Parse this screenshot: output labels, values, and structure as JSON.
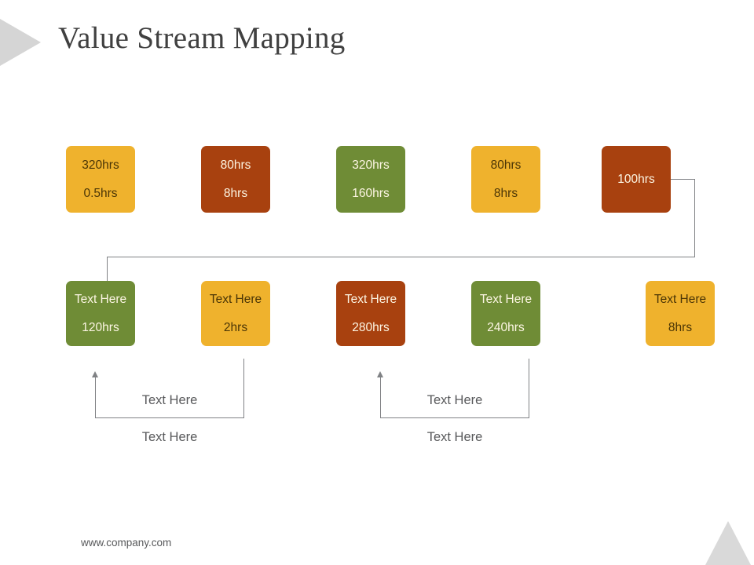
{
  "slide": {
    "title": "Value Stream Mapping",
    "footer_url": "www.company.com",
    "background_color": "#ffffff",
    "decor": {
      "left_triangle": "left-arrow-triangle",
      "bottom_right_triangle": "up-triangle",
      "decor_color": "#d5d5d5"
    }
  },
  "palette": {
    "yellow": "#efb22d",
    "brown": "#a8410f",
    "green": "#6f8c36",
    "line": "#808285",
    "text_dark": "#4a3506",
    "text_light": "#fdf6e4",
    "title_color": "#404040"
  },
  "process_row": {
    "label": "Process boxes (top row)",
    "boxes": [
      {
        "id": "p1",
        "color": "yellow",
        "text_color": "dark",
        "lines": [
          "320hrs",
          "0.5hrs"
        ]
      },
      {
        "id": "p2",
        "color": "brown",
        "text_color": "light",
        "lines": [
          "80hrs",
          "8hrs"
        ]
      },
      {
        "id": "p3",
        "color": "green",
        "text_color": "light",
        "lines": [
          "320hrs",
          "160hrs"
        ]
      },
      {
        "id": "p4",
        "color": "yellow",
        "text_color": "dark",
        "lines": [
          "80hrs",
          "8hrs"
        ]
      },
      {
        "id": "p5",
        "color": "brown",
        "text_color": "light",
        "lines": [
          "100hrs"
        ]
      }
    ]
  },
  "detail_row": {
    "label": "Detail boxes (bottom row)",
    "boxes": [
      {
        "id": "d1",
        "color": "green",
        "text_color": "light",
        "lines": [
          "Text Here",
          "120hrs"
        ]
      },
      {
        "id": "d2",
        "color": "yellow",
        "text_color": "dark",
        "lines": [
          "Text Here",
          "2hrs"
        ]
      },
      {
        "id": "d3",
        "color": "brown",
        "text_color": "light",
        "lines": [
          "Text Here",
          "280hrs"
        ]
      },
      {
        "id": "d4",
        "color": "green",
        "text_color": "light",
        "lines": [
          "Text Here",
          "240hrs"
        ]
      },
      {
        "id": "d5",
        "color": "yellow",
        "text_color": "dark",
        "lines": [
          "Text Here",
          "8hrs"
        ]
      }
    ]
  },
  "brackets": [
    {
      "id": "b1",
      "inner_label": "Text Here",
      "outer_label": "Text Here"
    },
    {
      "id": "b2",
      "inner_label": "Text Here",
      "outer_label": "Text Here"
    }
  ]
}
